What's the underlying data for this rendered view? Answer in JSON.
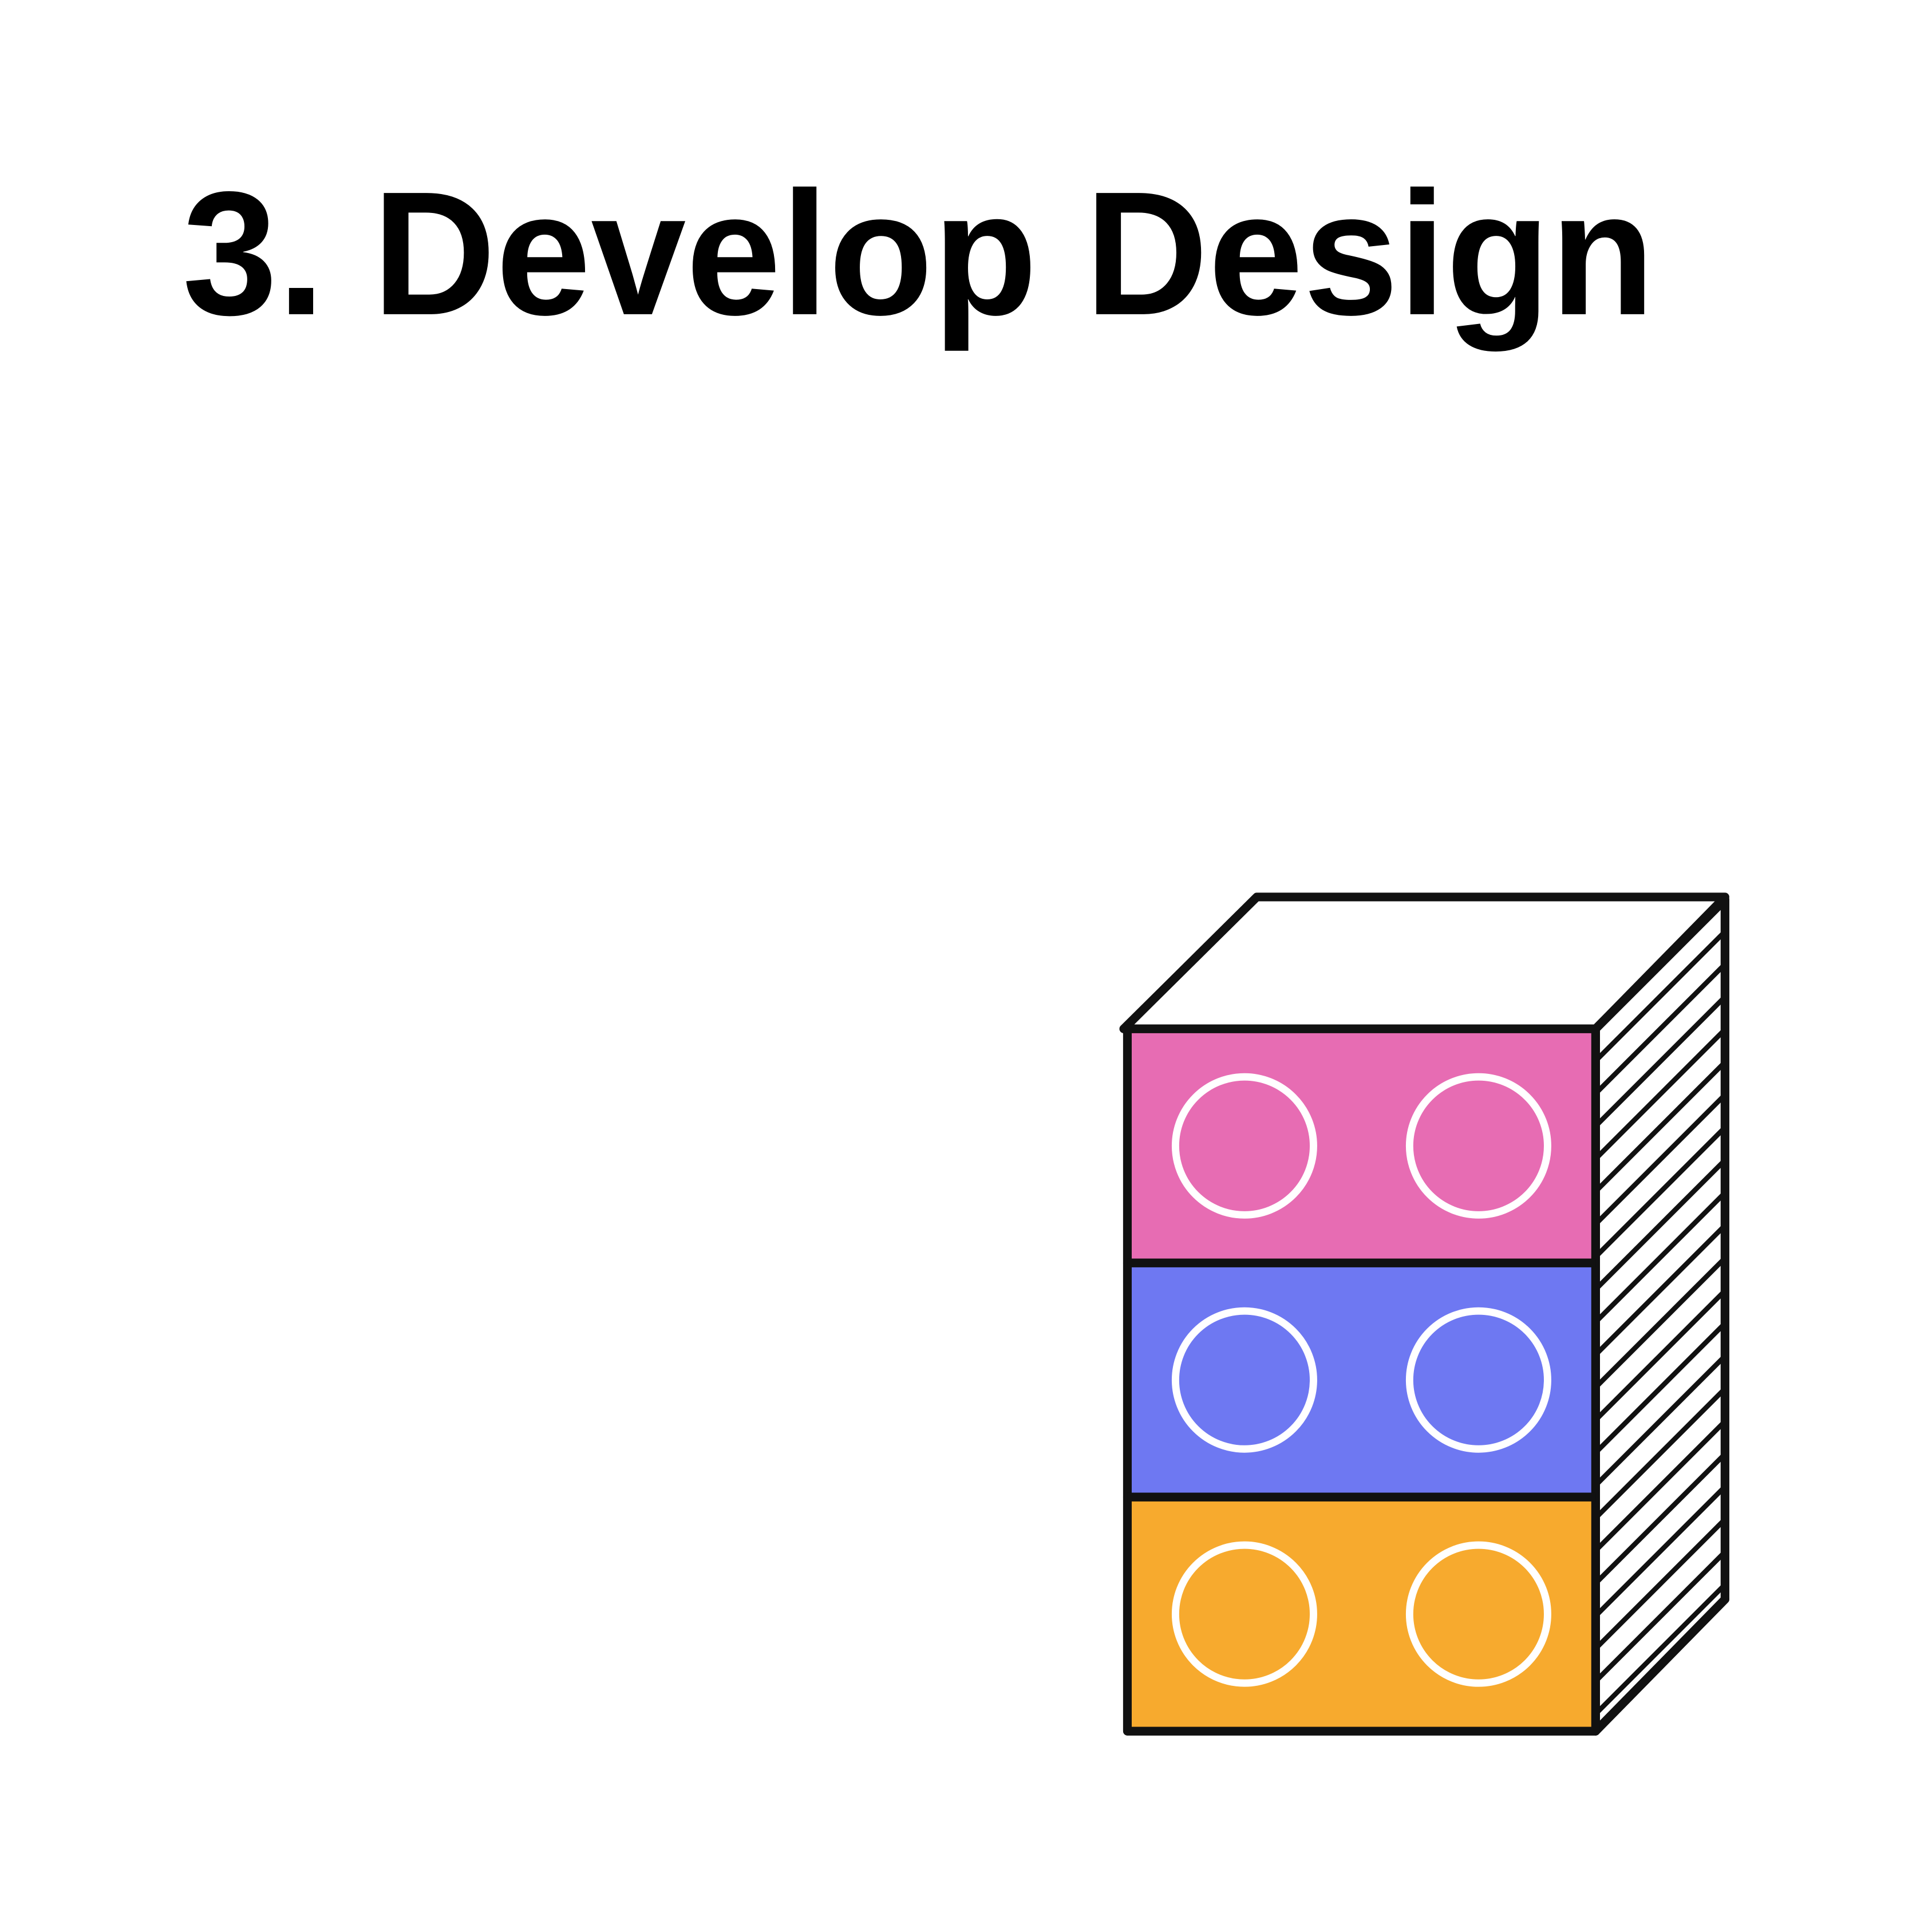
{
  "title": "3. Develop Design",
  "colors": {
    "background": "#ffffff",
    "outline": "#111111",
    "brick_top": "#E76CB3",
    "brick_middle": "#6E78F2",
    "brick_bottom": "#F7AA2E",
    "stud_ring": "#ffffff"
  },
  "bricks": [
    {
      "name": "pink",
      "studs": 2
    },
    {
      "name": "blue",
      "studs": 2
    },
    {
      "name": "orange",
      "studs": 2
    }
  ]
}
